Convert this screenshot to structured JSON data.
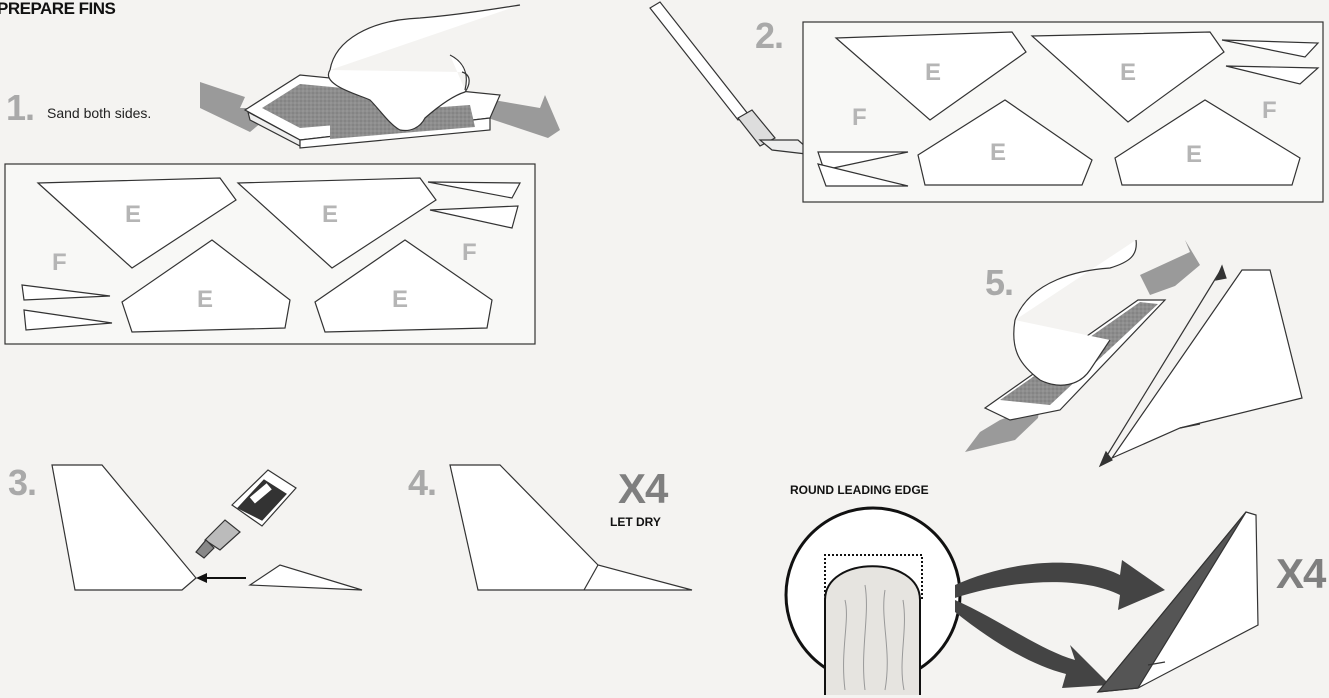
{
  "heading": "PREPARE FINS",
  "steps": {
    "s1": {
      "number": "1.",
      "caption": "Sand both sides."
    },
    "s2": {
      "number": "2."
    },
    "s3": {
      "number": "3."
    },
    "s4": {
      "number": "4.",
      "multiplier": "X4",
      "note": "LET DRY"
    },
    "s5": {
      "number": "5.",
      "multiplier": "X4",
      "detail_label": "ROUND LEADING EDGE"
    }
  },
  "sheet_labels": {
    "e": "E",
    "f": "F"
  },
  "colors": {
    "background": "#f4f3f1",
    "line": "#333333",
    "sandpaper": "#8d8d8d",
    "arrow_gray": "#9a9a9a",
    "arrow_dark": "#444444",
    "step_number": "#a9a9a9"
  }
}
